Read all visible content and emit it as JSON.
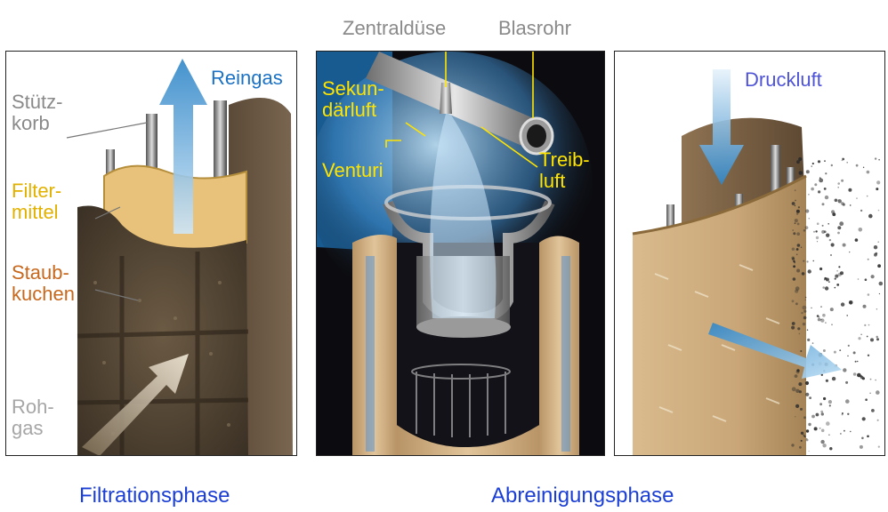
{
  "top_labels": {
    "zentralduese": "Zentraldüse",
    "blasrohr": "Blasrohr"
  },
  "filtration_panel": {
    "reingas": "Reingas",
    "stuetzkorb": "Stütz-\nkorb",
    "filtermittel": "Filter-\nmittel",
    "staubkuchen": "Staub-\nkuchen",
    "rohgas": "Roh-\ngas"
  },
  "venturi_panel": {
    "sekundaerluft": "Sekun-\ndärluft",
    "venturi": "Venturi",
    "treibluft": "Treib-\nluft"
  },
  "cleaning_panel": {
    "druckluft": "Druckluft"
  },
  "captions": {
    "filtrationsphase": "Filtrationsphase",
    "abreinigungsphase": "Abreinigungsphase"
  },
  "colors": {
    "gray_label": "#8a8a8a",
    "yellow_label": "#e2b100",
    "brown_label": "#c7681d",
    "blue_label": "#1b72c4",
    "bright_yellow": "#ffe400",
    "purple_label": "#4f54d6",
    "caption_blue": "#1b3fd4"
  }
}
